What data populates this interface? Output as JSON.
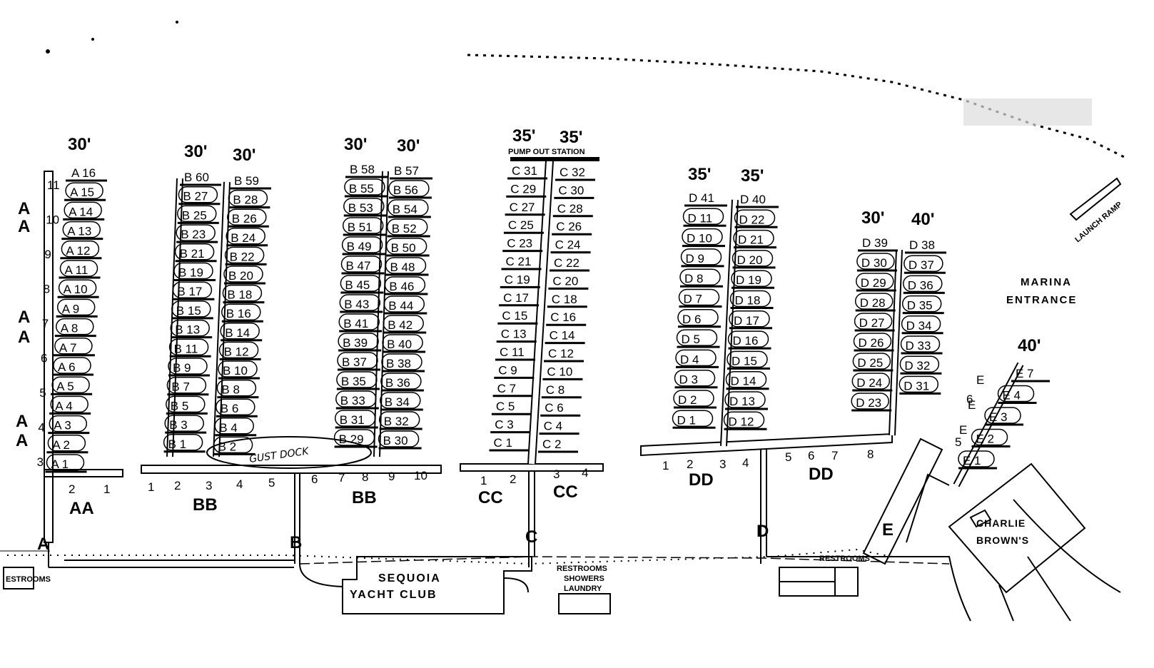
{
  "size_headers": {
    "aa": "30'",
    "bb_left": "30'",
    "bb_right": "30'",
    "bb2_left": "30'",
    "bb2_right": "30'",
    "cc_left": "35'",
    "cc_right": "35'",
    "dd1_left": "35'",
    "dd1_right": "35'",
    "dd2_left": "30'",
    "dd2_right": "40'",
    "e": "40'"
  },
  "pump_out": "PUMP OUT STATION",
  "dock_names": {
    "aa": "AA",
    "bb1": "BB",
    "bb2": "BB",
    "cc1": "CC",
    "cc2": "CC",
    "dd1": "DD",
    "dd2": "DD"
  },
  "gates": [
    "A",
    "B",
    "C",
    "D",
    "E"
  ],
  "a_side_labels": [
    "A",
    "A",
    "A",
    "A",
    "A",
    "A"
  ],
  "pier_numbers": {
    "aa_side": [
      "11",
      "10",
      "9",
      "8",
      "7",
      "6",
      "5",
      "4",
      "3"
    ],
    "aa_bottom": [
      "2",
      "1"
    ],
    "bb_bottom": [
      "1",
      "2",
      "3",
      "4",
      "5",
      "6",
      "7",
      "8",
      "9",
      "10"
    ],
    "cc_bottom": [
      "1",
      "2",
      "3",
      "4"
    ],
    "dd_bottom": [
      "1",
      "2",
      "3",
      "4",
      "5",
      "6",
      "7",
      "8"
    ],
    "e_side": [
      "6",
      "5"
    ]
  },
  "slips": {
    "a": [
      "A 16",
      "A 15",
      "A 14",
      "A 13",
      "A 12",
      "A 11",
      "A 10",
      "A 9",
      "A 8",
      "A 7",
      "A 6",
      "A 5",
      "A 4",
      "A 3",
      "A 2",
      "A 1"
    ],
    "b_left": [
      "B 60",
      "B 27",
      "B 25",
      "B 23",
      "B 21",
      "B 19",
      "B 17",
      "B 15",
      "B 13",
      "B 11",
      "B 9",
      "B 7",
      "B 5",
      "B 3",
      "B 1"
    ],
    "b_mid": [
      "B 59",
      "B 28",
      "B 26",
      "B 24",
      "B 22",
      "B 20",
      "B 18",
      "B 16",
      "B 14",
      "B 12",
      "B 10",
      "B 8",
      "B 6",
      "B 4",
      "B 2"
    ],
    "b_right_l": [
      "B 58",
      "B 55",
      "B 53",
      "B 51",
      "B 49",
      "B 47",
      "B 45",
      "B 43",
      "B 41",
      "B 39",
      "B 37",
      "B 35",
      "B 33",
      "B 31",
      "B 29"
    ],
    "b_right_r": [
      "B 57",
      "B 56",
      "B 54",
      "B 52",
      "B 50",
      "B 48",
      "B 46",
      "B 44",
      "B 42",
      "B 40",
      "B 38",
      "B 36",
      "B 34",
      "B 32",
      "B 30"
    ],
    "c_left": [
      "C 31",
      "C 29",
      "C 27",
      "C 25",
      "C 23",
      "C 21",
      "C 19",
      "C 17",
      "C 15",
      "C 13",
      "C 11",
      "C 9",
      "C 7",
      "C 5",
      "C 3",
      "C 1"
    ],
    "c_right": [
      "C 32",
      "C 30",
      "C 28",
      "C 26",
      "C 24",
      "C 22",
      "C 20",
      "C 18",
      "C 16",
      "C 14",
      "C 12",
      "C 10",
      "C 8",
      "C 6",
      "C 4",
      "C 2"
    ],
    "d1_left": [
      "D 41",
      "D 11",
      "D 10",
      "D 9",
      "D 8",
      "D 7",
      "D 6",
      "D 5",
      "D 4",
      "D 3",
      "D 2",
      "D 1"
    ],
    "d1_right": [
      "D 40",
      "D 22",
      "D 21",
      "D 20",
      "D 19",
      "D 18",
      "D 17",
      "D 16",
      "D 15",
      "D 14",
      "D 13",
      "D 12"
    ],
    "d2_left": [
      "D 39",
      "D 30",
      "D 29",
      "D 28",
      "D 27",
      "D 26",
      "D 25",
      "D 24",
      "D 23"
    ],
    "d2_right": [
      "D 38",
      "D 37",
      "D 36",
      "D 35",
      "D 34",
      "D 33",
      "D 32",
      "D 31"
    ],
    "e_left": [
      "E",
      "E",
      "E"
    ],
    "e_right": [
      "E 7",
      "E 4",
      "E 3",
      "E 2",
      "E 1"
    ]
  },
  "guest_dock": "GUST DOCK",
  "buildings": {
    "restrooms_left": "ESTROOMS",
    "yacht_club_1": "SEQUOIA",
    "yacht_club_2": "YACHT CLUB",
    "rsl_1": "RESTROOMS",
    "rsl_2": "SHOWERS",
    "rsl_3": "LAUNDRY",
    "restrooms_right": "RESTROOMS",
    "charlie_1": "CHARLIE",
    "charlie_2": "BROWN'S"
  },
  "marina_entrance_1": "MARINA",
  "marina_entrance_2": "ENTRANCE",
  "launch_ramp": "LAUNCH RAMP"
}
